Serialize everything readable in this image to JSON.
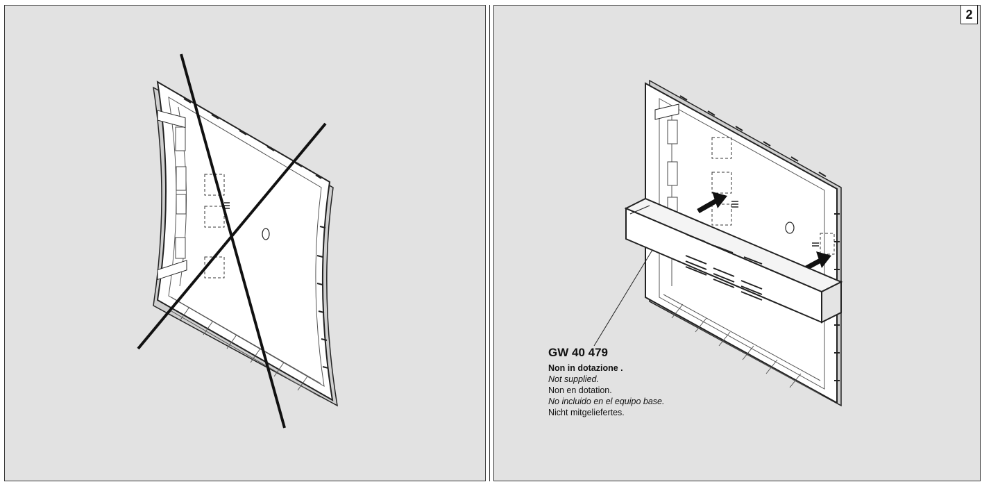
{
  "page_number": "2",
  "product": {
    "code": "GW 40 479",
    "notes": [
      {
        "text": "Non in dotazione .",
        "style": "bold"
      },
      {
        "text": "Not supplied.",
        "style": "italic"
      },
      {
        "text": "Non en dotation.",
        "style": "normal"
      },
      {
        "text": "No incluido en el equipo base.",
        "style": "italic"
      },
      {
        "text": "Nicht mitgeliefertes.",
        "style": "normal"
      }
    ]
  },
  "colors": {
    "panel_bg": "#e2e2e2",
    "line": "#222222",
    "plate": "#ffffff"
  }
}
